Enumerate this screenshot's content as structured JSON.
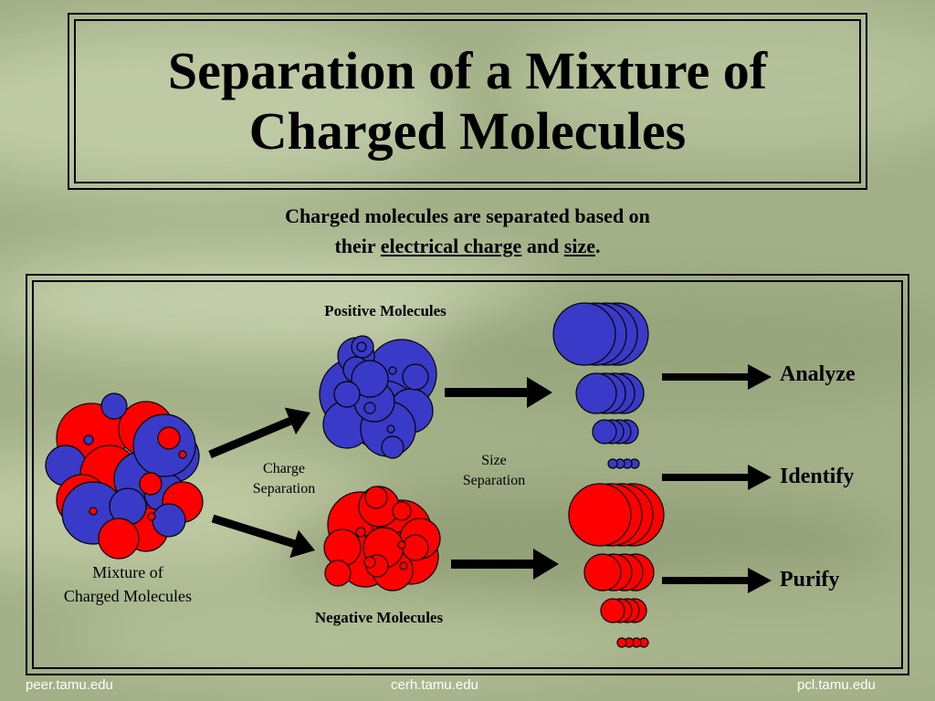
{
  "slide": {
    "title_line1": "Separation of a Mixture of",
    "title_line2": "Charged Molecules",
    "subtitle_line1": "Charged molecules are separated based on",
    "subtitle_pre": "their ",
    "subtitle_term1": "electrical charge",
    "subtitle_mid": " and ",
    "subtitle_term2": "size",
    "subtitle_post": "."
  },
  "labels": {
    "positive": "Positive Molecules",
    "negative": "Negative Molecules",
    "mixture_line1": "Mixture of",
    "mixture_line2": "Charged Molecules",
    "charge_line1": "Charge",
    "charge_line2": "Separation",
    "size_line1": "Size",
    "size_line2": "Separation"
  },
  "outcomes": [
    "Analyze",
    "Identify",
    "Purify"
  ],
  "footer": {
    "left": "peer.tamu.edu",
    "center": "cerh.tamu.edu",
    "right": "pcl.tamu.edu"
  },
  "colors": {
    "positive": "#3a3ac8",
    "negative": "#ff0000",
    "outline": "#000000",
    "footer_text": "#ffffff"
  }
}
